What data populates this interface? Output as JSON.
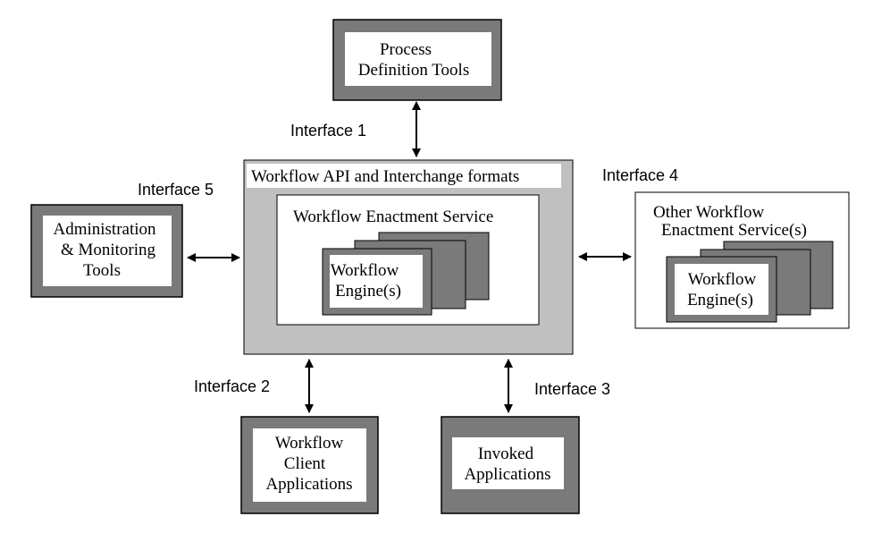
{
  "colors": {
    "dark_frame": "#7a7a7a",
    "light_frame": "#c0c0c0",
    "line": "#000000",
    "white": "#ffffff"
  },
  "boxes": {
    "process_definition": {
      "line1": "Process",
      "line2": "Definition Tools"
    },
    "workflow_api": {
      "title": "Workflow API and Interchange formats"
    },
    "enactment_service": {
      "title": "Workflow Enactment Service"
    },
    "engine": {
      "line1": "Workflow",
      "line2": "Engine(s)"
    },
    "admin_monitoring": {
      "line1": "Administration",
      "line2": "& Monitoring",
      "line3": "Tools"
    },
    "other_enactment": {
      "line1": "Other Workflow",
      "line2": "Enactment Service(s)"
    },
    "other_engine": {
      "line1": "Workflow",
      "line2": "Engine(s)"
    },
    "client_apps": {
      "line1": "Workflow",
      "line2": "Client",
      "line3": "Applications"
    },
    "invoked_apps": {
      "line1": "Invoked",
      "line2": "Applications"
    }
  },
  "interfaces": {
    "i1": "Interface 1",
    "i2": "Interface 2",
    "i3": "Interface 3",
    "i4": "Interface 4",
    "i5": "Interface 5"
  },
  "icons": {
    "arrows": "double-headed-arrow-icon"
  }
}
